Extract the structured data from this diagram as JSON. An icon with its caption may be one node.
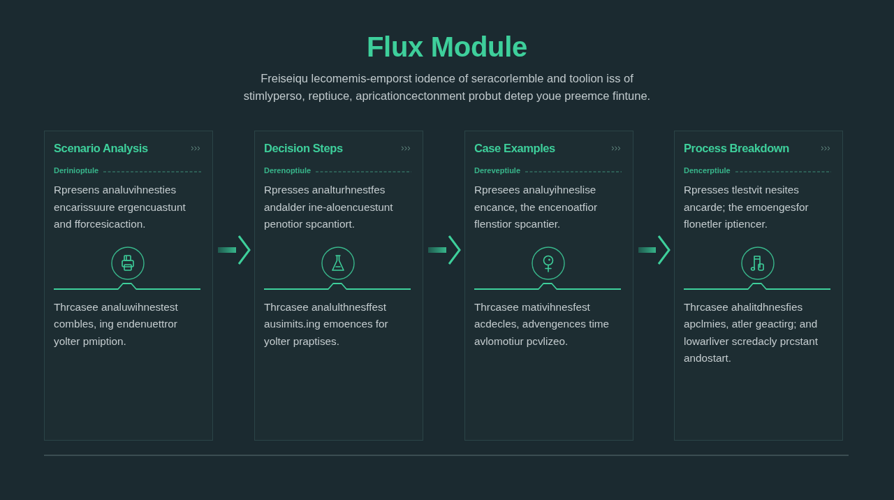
{
  "diagram": {
    "title": "Flux Module",
    "nodes": [
      {
        "text": [
          "Scenario Analysis",
          "Derinioptule",
          "Rpresens analuvihnesties encarissuure ergencuastunt and fforcesicaction.",
          "Thrcasee analuwihnestest combles, ing endenuettror yolter pmiption."
        ]
      },
      {
        "text": [
          "Decision Steps",
          "Derenoptiule",
          "Rpresses analturhnestfes andalder ine-aloencuestunt penotior spcantiort.",
          "Thrcasee analulthnesffest ausimits.ing emoences for yolter praptises."
        ]
      },
      {
        "text": [
          "Case Examples",
          "Dereveptiule",
          "Rpresees analuyihneslise encance, the encenoatfior flenstior spcantier.",
          "Thrcasee mativihnesfest acdecles, advengences time avlomotiur pcvlizeo."
        ]
      },
      {
        "text": [
          "Process Breakdown",
          "Dencerptiule",
          "Rpresses tlestvit nesites ancarde; the emoengesfor flonetler iptiencer.",
          "Thrcasee ahalitdhnesfies apclmies, atler geactirg; and lowarliver scredacly prcstant andostart."
        ]
      }
    ],
    "edges": [
      {
        "from": 0,
        "to": 1,
        "arrow": "to"
      },
      {
        "from": 1,
        "to": 2,
        "arrow": "to"
      },
      {
        "from": 2,
        "to": 3,
        "arrow": "to"
      }
    ],
    "labels": [
      "Freiseiqu lecomemis-emporst iodence of seracorlemble and toolion iss of stimlyperso, reptiuce, apricationcectonment probut detep youe preemce fintune."
    ]
  }
}
